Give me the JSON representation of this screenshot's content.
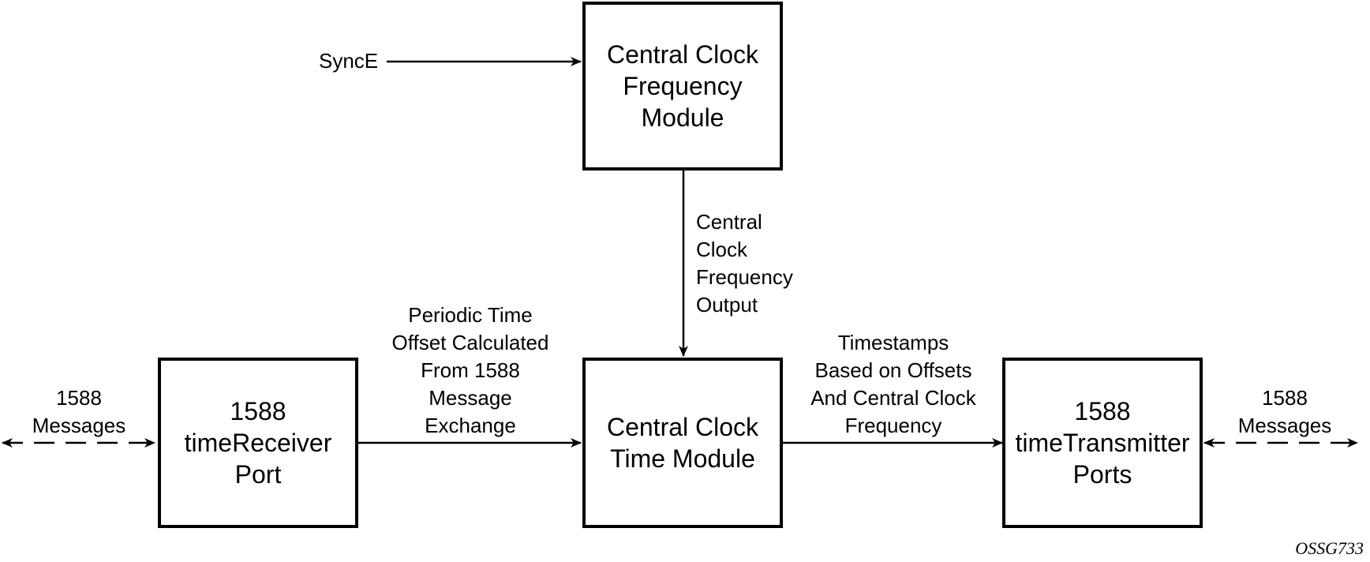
{
  "boxes": {
    "frequency_module": [
      "Central Clock",
      "Frequency",
      "Module"
    ],
    "time_module": [
      "Central Clock",
      "Time Module"
    ],
    "receiver_port": [
      "1588",
      "timeReceiver",
      "Port"
    ],
    "transmitter_ports": [
      "1588",
      "timeTransmitter",
      "Ports"
    ]
  },
  "labels": {
    "synce": "SyncE",
    "frequency_output": [
      "Central",
      "Clock",
      "Frequency",
      "Output"
    ],
    "offset": [
      "Periodic Time",
      "Offset Calculated",
      "From 1588",
      "Message",
      "Exchange"
    ],
    "timestamps": [
      "Timestamps",
      "Based on Offsets",
      "And Central Clock",
      "Frequency"
    ],
    "messages_left": [
      "1588",
      "Messages"
    ],
    "messages_right": [
      "1588",
      "Messages"
    ]
  },
  "figure_id": "OSSG733"
}
